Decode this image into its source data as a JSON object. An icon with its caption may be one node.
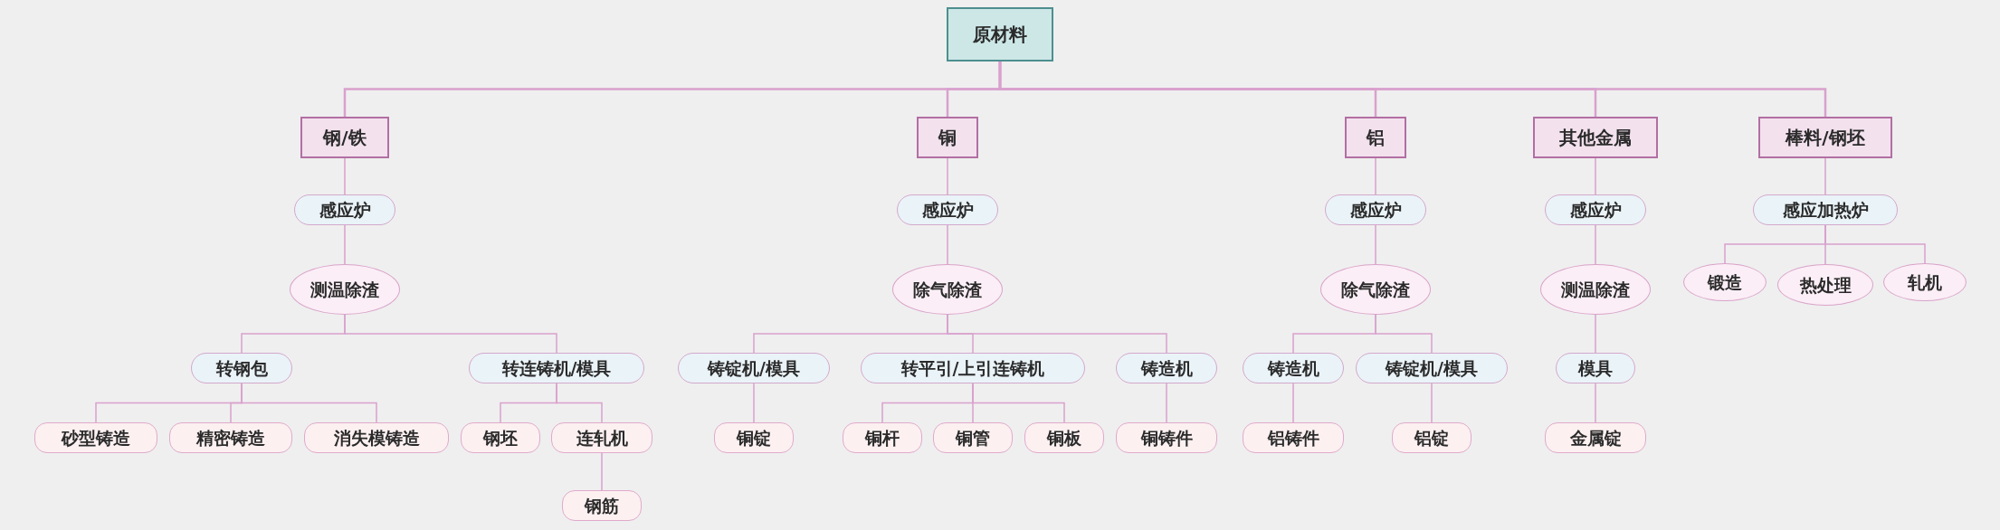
{
  "diagram": {
    "nodes": [
      {
        "text": [
          "原材料"
        ]
      },
      {
        "text": [
          "钢/铁"
        ]
      },
      {
        "text": [
          "铜"
        ]
      },
      {
        "text": [
          "铝"
        ]
      },
      {
        "text": [
          "其他金属"
        ]
      },
      {
        "text": [
          "棒料/钢坯"
        ]
      },
      {
        "text": [
          "感应炉"
        ]
      },
      {
        "text": [
          "感应炉"
        ]
      },
      {
        "text": [
          "感应炉"
        ]
      },
      {
        "text": [
          "感应炉"
        ]
      },
      {
        "text": [
          "感应加热炉"
        ]
      },
      {
        "text": [
          "测温除渣"
        ]
      },
      {
        "text": [
          "除气除渣"
        ]
      },
      {
        "text": [
          "除气除渣"
        ]
      },
      {
        "text": [
          "测温除渣"
        ]
      },
      {
        "text": [
          "锻造"
        ]
      },
      {
        "text": [
          "热处理"
        ]
      },
      {
        "text": [
          "轧机"
        ]
      },
      {
        "text": [
          "转钢包"
        ]
      },
      {
        "text": [
          "转连铸机/模具"
        ]
      },
      {
        "text": [
          "铸锭机/模具"
        ]
      },
      {
        "text": [
          "转平引/上引连铸机"
        ]
      },
      {
        "text": [
          "铸造机"
        ]
      },
      {
        "text": [
          "铸造机"
        ]
      },
      {
        "text": [
          "铸锭机/模具"
        ]
      },
      {
        "text": [
          "模具"
        ]
      },
      {
        "text": [
          "砂型铸造"
        ]
      },
      {
        "text": [
          "精密铸造"
        ]
      },
      {
        "text": [
          "消失模铸造"
        ]
      },
      {
        "text": [
          "钢坯"
        ]
      },
      {
        "text": [
          "连轧机"
        ]
      },
      {
        "text": [
          "铜锭"
        ]
      },
      {
        "text": [
          "铜杆"
        ]
      },
      {
        "text": [
          "铜管"
        ]
      },
      {
        "text": [
          "铜板"
        ]
      },
      {
        "text": [
          "铜铸件"
        ]
      },
      {
        "text": [
          "铝铸件"
        ]
      },
      {
        "text": [
          "铝锭"
        ]
      },
      {
        "text": [
          "金属锭"
        ]
      },
      {
        "text": [
          "钢筋"
        ]
      }
    ],
    "edges": [
      {
        "from": 0,
        "to": 1,
        "arrow": "none"
      },
      {
        "from": 0,
        "to": 2,
        "arrow": "none"
      },
      {
        "from": 0,
        "to": 3,
        "arrow": "none"
      },
      {
        "from": 0,
        "to": 4,
        "arrow": "none"
      },
      {
        "from": 0,
        "to": 5,
        "arrow": "none"
      },
      {
        "from": 1,
        "to": 6,
        "arrow": "none"
      },
      {
        "from": 2,
        "to": 7,
        "arrow": "none"
      },
      {
        "from": 3,
        "to": 8,
        "arrow": "none"
      },
      {
        "from": 4,
        "to": 9,
        "arrow": "none"
      },
      {
        "from": 5,
        "to": 10,
        "arrow": "none"
      },
      {
        "from": 6,
        "to": 11,
        "arrow": "none"
      },
      {
        "from": 7,
        "to": 12,
        "arrow": "none"
      },
      {
        "from": 8,
        "to": 13,
        "arrow": "none"
      },
      {
        "from": 9,
        "to": 14,
        "arrow": "none"
      },
      {
        "from": 10,
        "to": 15,
        "arrow": "none"
      },
      {
        "from": 10,
        "to": 16,
        "arrow": "none"
      },
      {
        "from": 10,
        "to": 17,
        "arrow": "none"
      },
      {
        "from": 11,
        "to": 18,
        "arrow": "none"
      },
      {
        "from": 11,
        "to": 19,
        "arrow": "none"
      },
      {
        "from": 12,
        "to": 20,
        "arrow": "none"
      },
      {
        "from": 12,
        "to": 21,
        "arrow": "none"
      },
      {
        "from": 12,
        "to": 22,
        "arrow": "none"
      },
      {
        "from": 13,
        "to": 23,
        "arrow": "none"
      },
      {
        "from": 13,
        "to": 24,
        "arrow": "none"
      },
      {
        "from": 14,
        "to": 25,
        "arrow": "none"
      },
      {
        "from": 18,
        "to": 26,
        "arrow": "none"
      },
      {
        "from": 18,
        "to": 27,
        "arrow": "none"
      },
      {
        "from": 18,
        "to": 28,
        "arrow": "none"
      },
      {
        "from": 19,
        "to": 29,
        "arrow": "none"
      },
      {
        "from": 19,
        "to": 30,
        "arrow": "none"
      },
      {
        "from": 20,
        "to": 31,
        "arrow": "none"
      },
      {
        "from": 21,
        "to": 32,
        "arrow": "none"
      },
      {
        "from": 21,
        "to": 33,
        "arrow": "none"
      },
      {
        "from": 21,
        "to": 34,
        "arrow": "none"
      },
      {
        "from": 22,
        "to": 35,
        "arrow": "none"
      },
      {
        "from": 23,
        "to": 36,
        "arrow": "none"
      },
      {
        "from": 24,
        "to": 37,
        "arrow": "none"
      },
      {
        "from": 25,
        "to": 38,
        "arrow": "none"
      },
      {
        "from": 30,
        "to": 39,
        "arrow": "none"
      }
    ]
  }
}
